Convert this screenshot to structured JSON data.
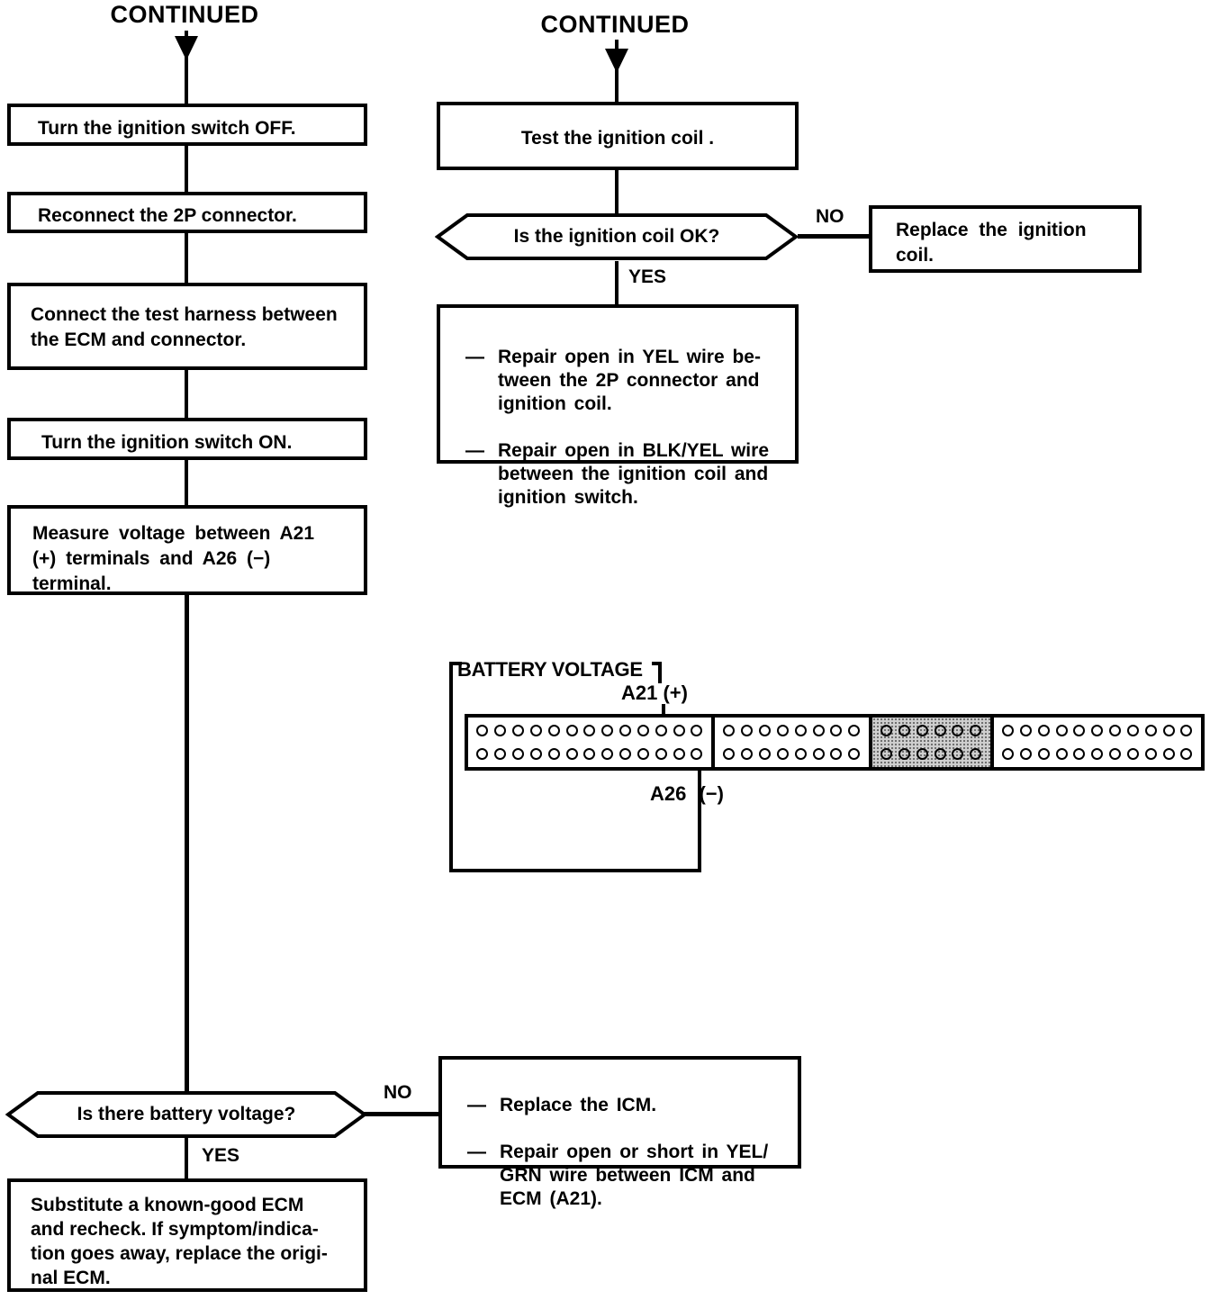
{
  "dash": "—",
  "left_column": {
    "continued_label": "CONTINUED",
    "process_boxes": [
      "Turn the ignition switch OFF.",
      "Reconnect the 2P connector.",
      "Connect the test harness between\nthe ECM and connector.",
      "Turn the ignition switch ON.",
      "Measure voltage between A21\n(+) terminals and A26 (−)\nterminal."
    ],
    "decision_question": "Is there battery voltage?",
    "no_label": "NO",
    "yes_label": "YES",
    "no_result_items": [
      "Replace the ICM.",
      "Repair open or short in YEL/\nGRN wire between ICM and\nECM (A21)."
    ],
    "yes_result": "Substitute a known-good ECM\nand recheck. If symptom/indica-\ntion goes away, replace the origi-\nnal ECM."
  },
  "right_column": {
    "continued_label": "CONTINUED",
    "process_box": "Test the ignition coil .",
    "decision_question": "Is the ignition coil OK?",
    "no_label": "NO",
    "yes_label": "YES",
    "no_result": "Replace the ignition\ncoil.",
    "yes_result_items": [
      "Repair open in YEL wire be-\ntween the 2P connector and\nignition coil.",
      "Repair open in BLK/YEL wire\nbetween the ignition coil and\nignition switch."
    ]
  },
  "connector_diagram": {
    "title": "BATTERY VOLTAGE",
    "top_pin_label": "A21 (+)",
    "bottom_pin_label": "A26 (−)",
    "sections": [
      {
        "pins_per_row": 13,
        "shaded": false
      },
      {
        "pins_per_row": 8,
        "shaded": false
      },
      {
        "pins_per_row": 6,
        "shaded": true
      },
      {
        "pins_per_row": 11,
        "shaded": false
      }
    ]
  }
}
